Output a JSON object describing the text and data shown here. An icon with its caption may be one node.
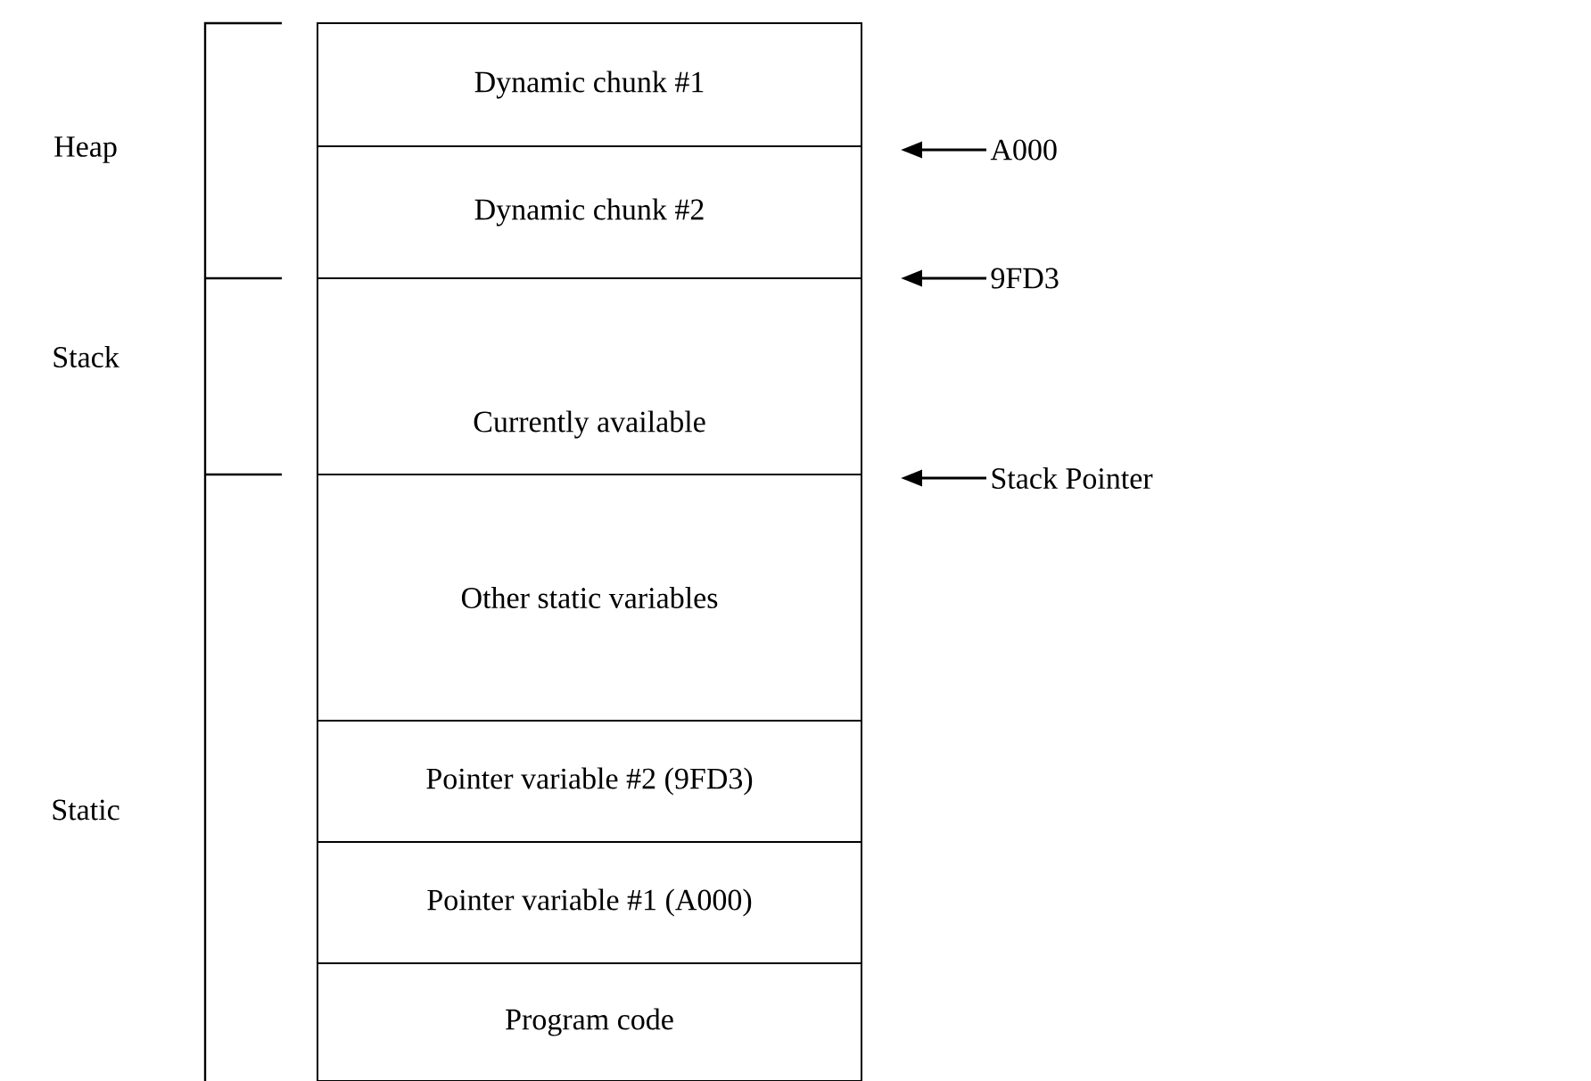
{
  "diagram": {
    "nodes": [
      {
        "text": [
          "Dynamic chunk #1"
        ]
      },
      {
        "text": [
          "Dynamic chunk #2"
        ]
      },
      {
        "text": [
          "Currently available"
        ]
      },
      {
        "text": [
          "Other static variables"
        ]
      },
      {
        "text": [
          "Pointer variable #2 (9FD3)"
        ]
      },
      {
        "text": [
          "Pointer variable #1 (A000)"
        ]
      },
      {
        "text": [
          "Program code"
        ]
      },
      {
        "text": [
          "A000"
        ]
      },
      {
        "text": [
          "9FD3"
        ]
      },
      {
        "text": [
          "Stack Pointer"
        ]
      }
    ],
    "edges": [
      {
        "from": 7,
        "to": null,
        "arrow": "to"
      },
      {
        "from": 8,
        "to": null,
        "arrow": "to"
      },
      {
        "from": 9,
        "to": null,
        "arrow": "to"
      }
    ],
    "labels": [
      "Heap",
      "Stack",
      "Static"
    ]
  }
}
